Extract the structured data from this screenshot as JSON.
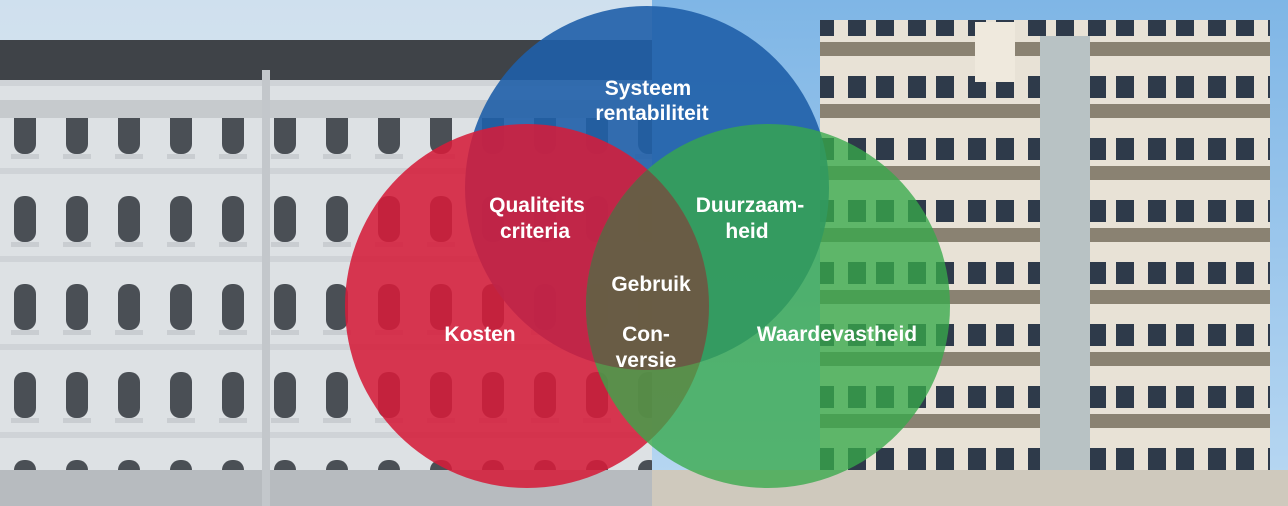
{
  "colors": {
    "top_circle": "#1f5fa8",
    "left_circle": "#d51c3a",
    "right_circle": "#37a94a",
    "center_overlap": "#6a5a44",
    "text": "#ffffff"
  },
  "diagram": {
    "top": {
      "line1": "Systeem",
      "line2": "rentabiliteit"
    },
    "left": {
      "label": "Kosten"
    },
    "right": {
      "label": "Waardevastheid"
    },
    "left_top": {
      "line1": "Qualiteits",
      "line2": "criteria"
    },
    "right_top": {
      "line1": "Duurzaam-",
      "line2": "heid"
    },
    "left_right": {
      "line1": "Con-",
      "line2": "versie"
    },
    "center": {
      "label": "Gebruik"
    }
  },
  "background": {
    "left_photo": "classical-apartment-building",
    "right_photo": "modern-apartment-tower"
  }
}
